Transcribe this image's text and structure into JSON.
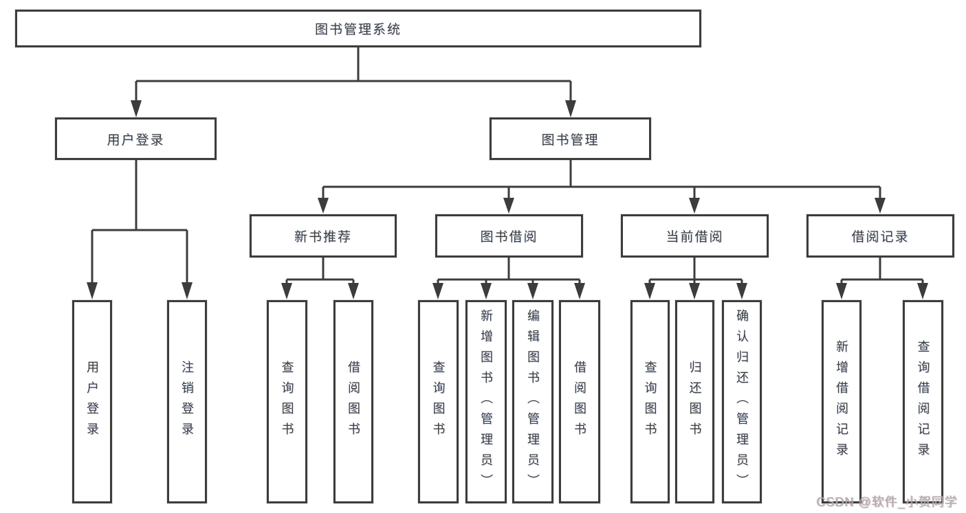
{
  "diagram": {
    "type": "tree",
    "orientation": "top-down"
  },
  "colors": {
    "background": "#ffffff",
    "line": "#3c3c3c",
    "box_border": "#3c3c3c",
    "box_fill": "#ffffff",
    "text": "#3d3d3d",
    "watermark": "#b4aeae"
  },
  "watermark": {
    "text": "CSDN @软件_小贺同学"
  },
  "tree": {
    "label": "图书管理系统",
    "children": [
      {
        "label": "用户登录",
        "children": [
          {
            "label": "用户登录"
          },
          {
            "label": "注销登录"
          }
        ]
      },
      {
        "label": "图书管理",
        "children": [
          {
            "label": "新书推荐",
            "children": [
              {
                "label": "查询图书"
              },
              {
                "label": "借阅图书"
              }
            ]
          },
          {
            "label": "图书借阅",
            "children": [
              {
                "label": "查询图书"
              },
              {
                "label": "新增图书（管理员）"
              },
              {
                "label": "编辑图书（管理员）"
              },
              {
                "label": "借阅图书"
              }
            ]
          },
          {
            "label": "当前借阅",
            "children": [
              {
                "label": "查询图书"
              },
              {
                "label": "归还图书"
              },
              {
                "label": "确认归还（管理员）"
              }
            ]
          },
          {
            "label": "借阅记录",
            "children": [
              {
                "label": "新增借阅记录"
              },
              {
                "label": "查询借阅记录"
              }
            ]
          }
        ]
      }
    ]
  }
}
